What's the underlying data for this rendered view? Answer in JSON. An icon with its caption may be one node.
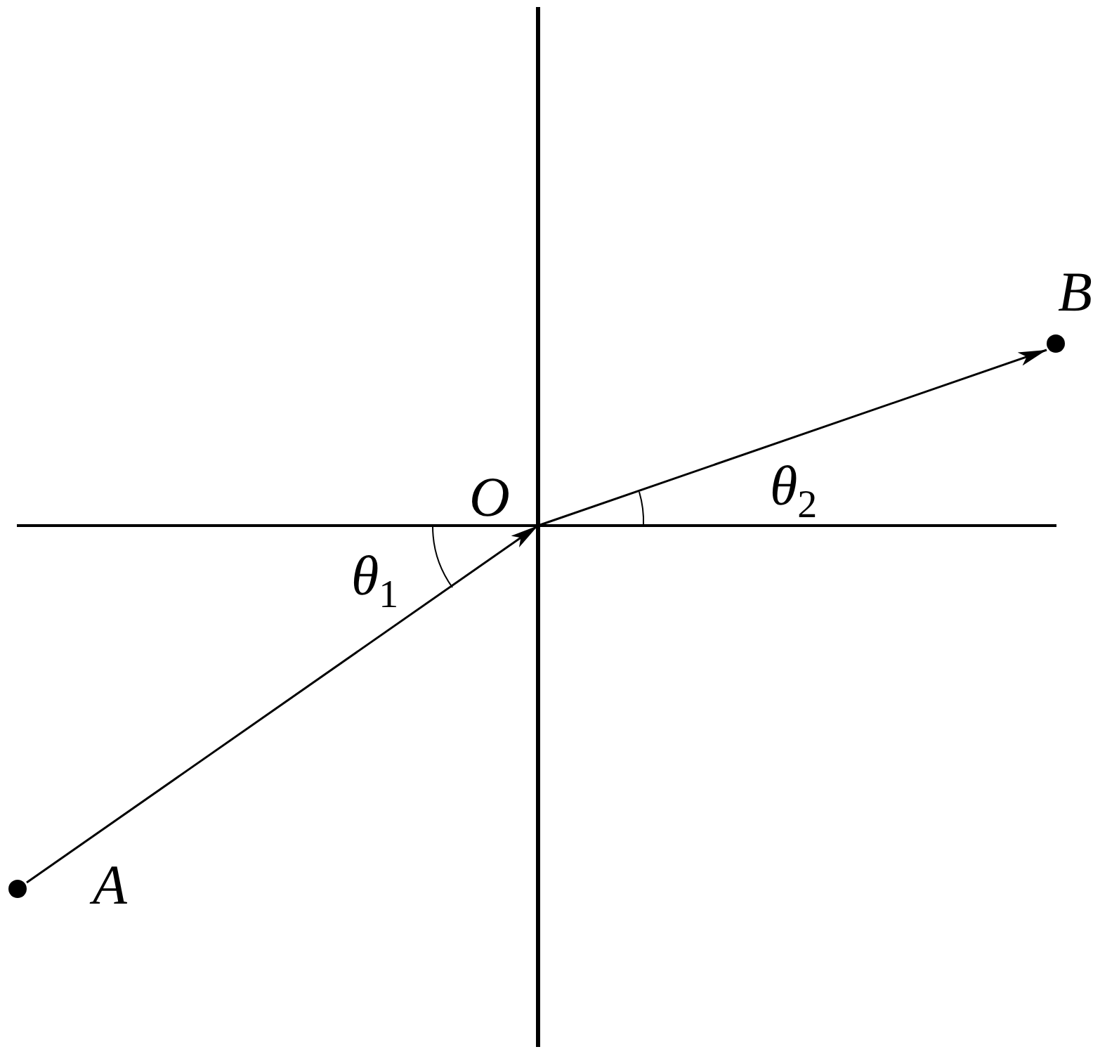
{
  "diagram": {
    "nodes": [
      {
        "text": [
          "A"
        ]
      },
      {
        "text": [
          "O"
        ]
      },
      {
        "text": [
          "B"
        ]
      }
    ],
    "edges": [
      {
        "from": 0,
        "to": 1,
        "arrow": "to"
      },
      {
        "from": 1,
        "to": 2,
        "arrow": "to"
      }
    ],
    "labels": [
      "θ$_{1}$",
      "θ$_{2}$"
    ]
  }
}
